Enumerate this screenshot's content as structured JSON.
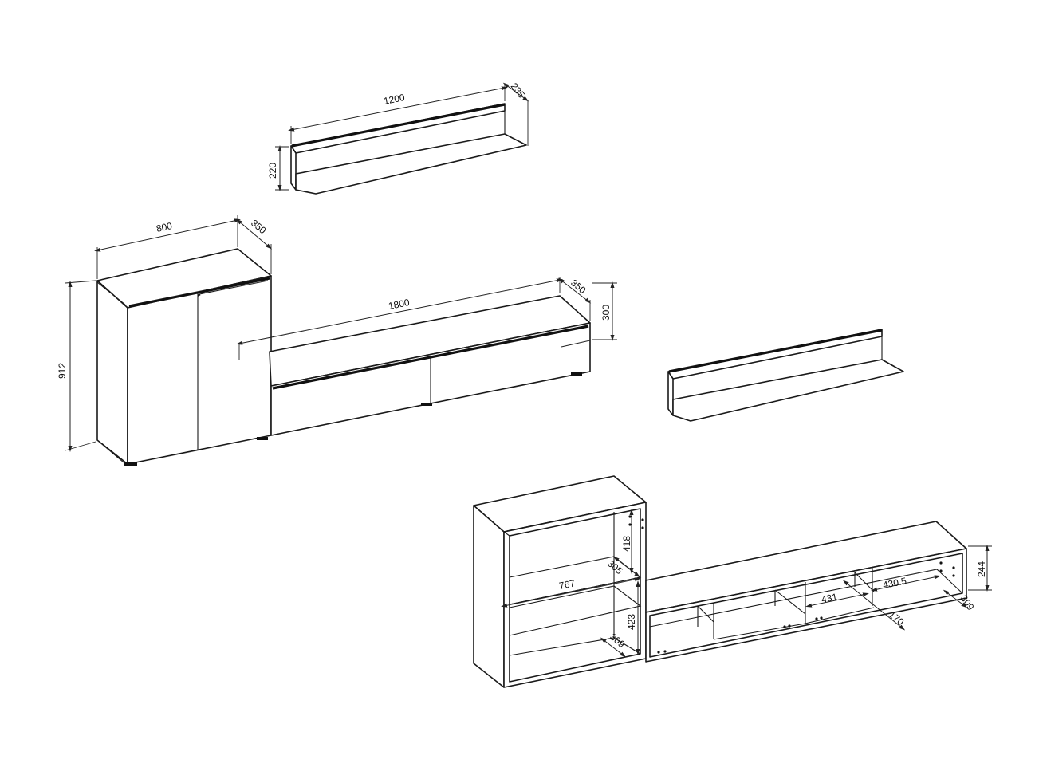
{
  "colors": {
    "line": "#1a1a1a",
    "background": "#ffffff"
  },
  "dimensions": {
    "shelf_top_width": "1200",
    "shelf_top_depth": "235",
    "shelf_top_height": "220",
    "cabinet_width": "800",
    "cabinet_depth": "350",
    "cabinet_height": "912",
    "tv_width": "1800",
    "tv_depth": "350",
    "tv_height": "300",
    "inner_shelf_height_top": "418",
    "inner_shelf_depth_top": "305",
    "inner_width": "767",
    "inner_shelf_height_bottom": "423",
    "inner_shelf_depth_bottom": "309",
    "tv_inner_height": "244",
    "tv_compartment_width_a": "430.5",
    "tv_compartment_width_b": "431",
    "tv_compartment_height": "170",
    "tv_inner_depth": "309"
  }
}
